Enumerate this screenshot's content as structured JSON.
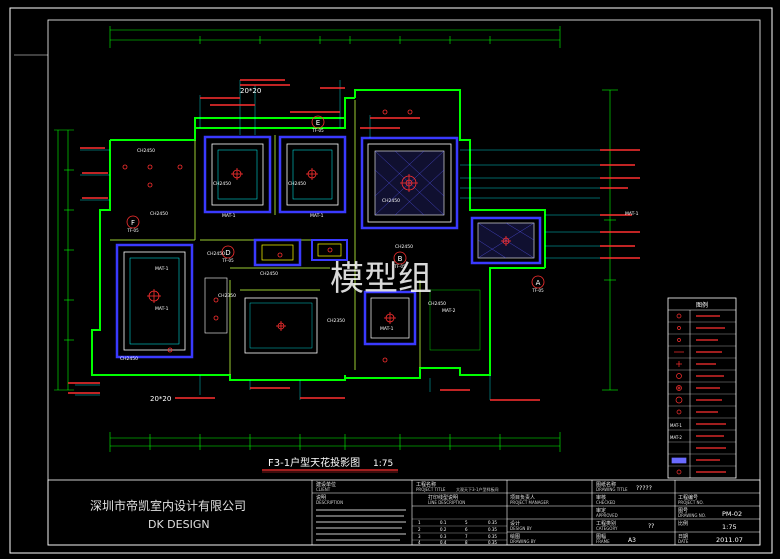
{
  "drawing": {
    "title": "F3-1户型天花投影图",
    "scale": "1:75",
    "top_dim_20x20": "20*20",
    "bottom_dim_20x20": "20*20",
    "watermark": "模型组"
  },
  "room_tags": [
    {
      "letter": "E",
      "code": "TF-05"
    },
    {
      "letter": "F",
      "code": "TF-05"
    },
    {
      "letter": "D",
      "code": "TF-05"
    },
    {
      "letter": "B",
      "code": "TF-05"
    },
    {
      "letter": "A",
      "code": "TF-05"
    }
  ],
  "mat_labels": [
    "MAT-1",
    "MAT-1",
    "MAT-1",
    "MAT-1",
    "MAT-1",
    "MAT-2",
    "MAT-1"
  ],
  "ch_labels": [
    "CH2450",
    "CH2450",
    "CH2450",
    "CH2450",
    "CH2450",
    "CH2450",
    "CH2350",
    "CH2450",
    "CH2450",
    "CH2450",
    "CH2350",
    "CH2450"
  ],
  "legend": {
    "title": "图例",
    "items": [
      "",
      "",
      "",
      "",
      "",
      "",
      "",
      "",
      "",
      "",
      "MAT-1",
      "MAT-2",
      "",
      ""
    ]
  },
  "title_block": {
    "company_cn": "深圳市帝凯室内设计有限公司",
    "company_en": "DK    DESIGN",
    "client_label": "建设单位",
    "client_en": "CLIENT",
    "project_label": "工程名称",
    "project_en": "PROJECT TITLE",
    "project_value": "大观天下3-1户型样板间",
    "drawing_title_label": "图纸名称",
    "drawing_title_en": "DRAWING TITLE",
    "drawing_title_value": "?????",
    "desc_label": "说明",
    "desc_en": "DESCRIPTION",
    "line_desc_label": "打印线型说明",
    "line_desc_en": "LINE DESCRIPTION",
    "scale_label": "比例",
    "scale_value": "1:75",
    "size_label": "图幅",
    "size_en": "FRAME",
    "size_value": "A3",
    "category_label": "工程类别",
    "category_en": "CATEGORY",
    "category_value": "??",
    "drawing_no_label": "图号",
    "drawing_no_en": "DRAWING NO.",
    "drawing_no_value": "PM-02",
    "date_label": "日期",
    "date_en": "DATE",
    "date_value": "2011.07",
    "project_no_label": "工程编号",
    "project_no_en": "PROJECT NO.",
    "design_label": "设计",
    "design_en": "DESIGN BY",
    "draw_label": "绘图",
    "draw_en": "DRAWING BY",
    "check_label": "审核",
    "check_en": "CHECKED",
    "approve_label": "审定",
    "approve_en": "APPROVED",
    "pm_label": "项目负责人",
    "pm_en": "PROJECT MANAGER",
    "line_rows": [
      {
        "idx": "1",
        "w": "0.1",
        "idx2": "5",
        "w2": "0.35"
      },
      {
        "idx": "2",
        "w": "0.2",
        "idx2": "6",
        "w2": "0.35"
      },
      {
        "idx": "3",
        "w": "0.3",
        "idx2": "7",
        "w2": "0.35"
      },
      {
        "idx": "4",
        "w": "0.4",
        "idx2": "8",
        "w2": "0.35"
      }
    ]
  },
  "colors": {
    "background": "#000000",
    "wall": "#00ff00",
    "frame": "#ffffff",
    "dimension": "#00ff00",
    "ceiling_blue": "#3a3aff",
    "annotation": "#ff3030",
    "leader": "#00ffff",
    "section_mark": "#ff0000"
  }
}
